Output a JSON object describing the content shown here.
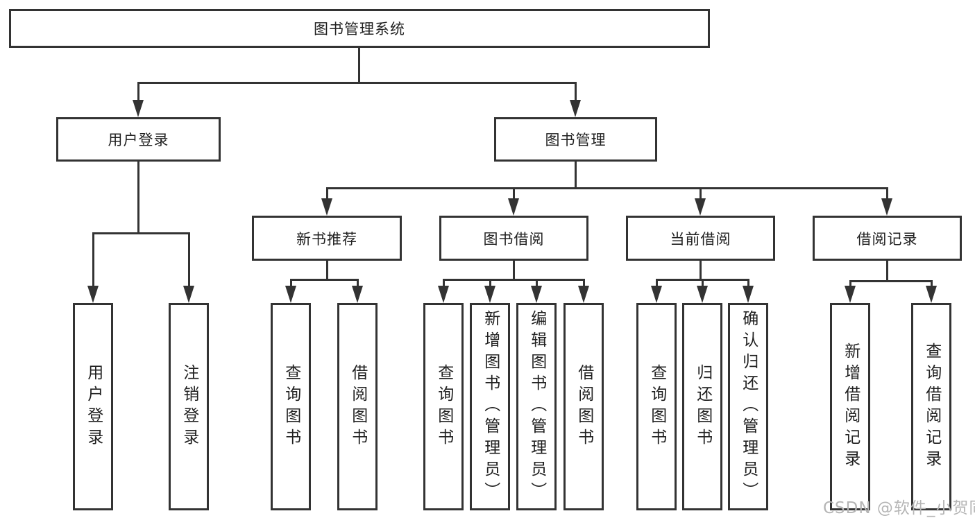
{
  "diagram": {
    "root": {
      "label": "图书管理系统"
    },
    "level2": {
      "user_login": {
        "label": "用户登录"
      },
      "book_mgmt": {
        "label": "图书管理"
      }
    },
    "level3": {
      "new_book": {
        "label": "新书推荐"
      },
      "book_borrow": {
        "label": "图书借阅"
      },
      "current_borrow": {
        "label": "当前借阅"
      },
      "borrow_record": {
        "label": "借阅记录"
      }
    },
    "leaves": {
      "user_login": [
        "用户登录",
        "注销登录"
      ],
      "new_book": [
        "查询图书",
        "借阅图书"
      ],
      "book_borrow": [
        "查询图书",
        "新增图书（管理员）",
        "编辑图书（管理员）",
        "借阅图书"
      ],
      "current_borrow": [
        "查询图书",
        "归还图书",
        "确认归还（管理员）"
      ],
      "borrow_record": [
        "新增借阅记录",
        "查询借阅记录"
      ]
    }
  },
  "watermark": "CSDN @软件_小贺同学",
  "colors": {
    "line": "#333333",
    "text": "#212121",
    "watermark": "#b5b5b5",
    "background": "#ffffff"
  }
}
